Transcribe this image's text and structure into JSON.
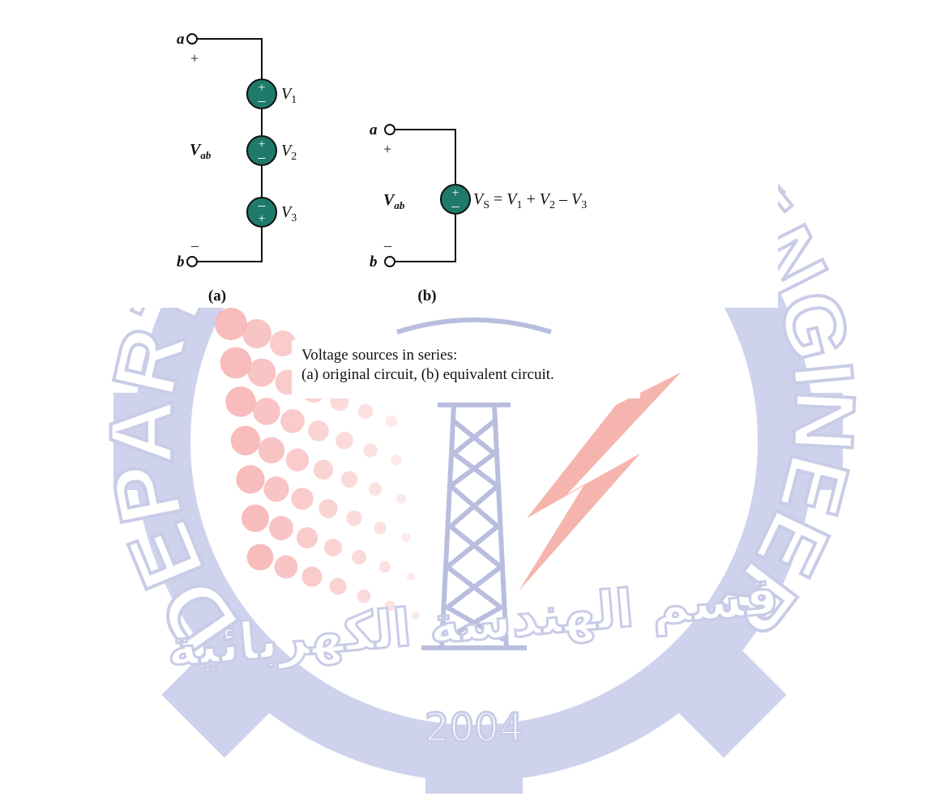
{
  "watermark": {
    "ring_text_left": "DEPARTM",
    "ring_text_right": "ENGINEERING",
    "arabic_text": "قسم الهندسة الكهربائية",
    "year": "2004",
    "colors": {
      "gear": "#cfd2ec",
      "dots": "#f7b5b5",
      "bolt": "#f3a8a0",
      "tower": "#b9bedf"
    }
  },
  "circuit_a": {
    "terminal_a": "a",
    "terminal_b": "b",
    "plus_sign": "+",
    "minus_sign": "–",
    "vab_main": "V",
    "vab_sub": "ab",
    "sources": [
      {
        "symbol": "V",
        "sub": "1",
        "top_sign": "+",
        "bottom_sign": "–"
      },
      {
        "symbol": "V",
        "sub": "2",
        "top_sign": "+",
        "bottom_sign": "–"
      },
      {
        "symbol": "V",
        "sub": "3",
        "top_sign": "–",
        "bottom_sign": "+"
      }
    ],
    "label": "(a)"
  },
  "circuit_b": {
    "terminal_a": "a",
    "terminal_b": "b",
    "plus_sign": "+",
    "minus_sign": "–",
    "vab_main": "V",
    "vab_sub": "ab",
    "source_top_sign": "+",
    "source_bottom_sign": "–",
    "equation": {
      "vs": "V",
      "vs_sub": "S",
      "eq": " = ",
      "v1": "V",
      "v1_sub": "1",
      "plus": " + ",
      "v2": "V",
      "v2_sub": "2",
      "minus": " – ",
      "v3": "V",
      "v3_sub": "3"
    },
    "label": "(b)"
  },
  "caption": {
    "line1": "Voltage sources in series:",
    "line2": "(a) original circuit, (b) equivalent circuit."
  },
  "colors": {
    "source_fill": "#1f7a6a",
    "wire": "#111111"
  }
}
